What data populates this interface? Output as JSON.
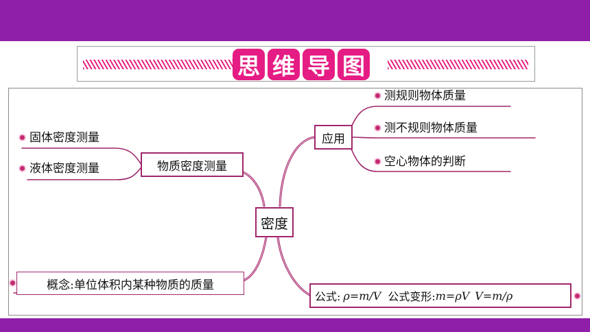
{
  "header": {
    "title_chars": [
      "思",
      "维",
      "导",
      "图"
    ]
  },
  "colors": {
    "band": "#8f1fa8",
    "title_tile": "#e51c84",
    "branch": "#a0266a",
    "bullet": "#c22a74"
  },
  "mindmap": {
    "center": "密度",
    "measure": {
      "label": "物质密度测量",
      "items": [
        "固体密度测量",
        "液体密度测量"
      ]
    },
    "application": {
      "label": "应用",
      "items": [
        "测规则物体质量",
        "测不规则物体质量",
        "空心物体的判断"
      ]
    },
    "concept": "概念:单位体积内某种物质的质量",
    "formula": {
      "label": "公式:",
      "main": "ρ=m/V",
      "variant_label": "公式变形:",
      "variant_1": "m=ρV",
      "variant_2": "V=m/ρ"
    }
  }
}
